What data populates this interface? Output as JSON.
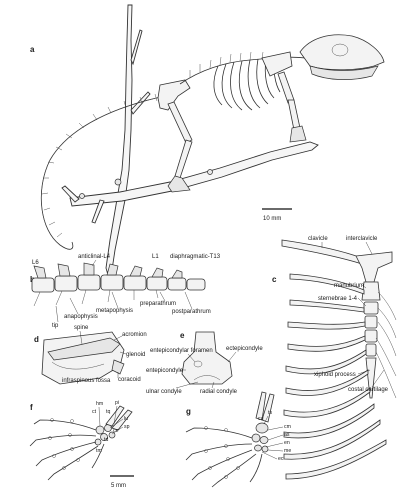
{
  "panels": {
    "a": {
      "letter": "a",
      "scale_bar": "10 mm"
    },
    "b": {
      "letter": "b",
      "labels": {
        "l6": "L6",
        "anticlinal": "anticlinal-L4",
        "l1": "L1",
        "diaphragmatic": "diaphragmatic-T13",
        "anapophysis": "anapophysis",
        "metapophysis": "metapophysis",
        "preparathrum": "preparathrum",
        "postparathrum": "postparathrum",
        "tip": "tip"
      }
    },
    "c": {
      "letter": "c",
      "labels": {
        "clavicle": "clavicle",
        "interclavicle": "interclavicle",
        "manubrium": "manubrium",
        "sternebrae": "sternebrae 1-4",
        "xiphoid": "xiphoid process",
        "costal": "costal cartilage"
      }
    },
    "d": {
      "letter": "d",
      "labels": {
        "spine": "spine",
        "acromion": "acromion",
        "glenoid": "glenoid",
        "infraspinous": "infraspinous fossa",
        "coracoid": "coracoid"
      }
    },
    "e": {
      "letter": "e",
      "labels": {
        "entepicondylar_foramen": "entepicondylar foramen",
        "ectepicondyle": "ectepicondyle",
        "entepicondyle": "entepicondyle",
        "ulnar_condyle": "ulnar condyle",
        "radial_condyle": "radial condyle"
      }
    },
    "f": {
      "letter": "f",
      "scale_bar": "5 mm",
      "labels": {
        "hm": "hm",
        "pi": "pi",
        "ct": "ct",
        "tq": "tq",
        "lu": "lu",
        "sp": "sp",
        "ce": "ce",
        "td": "td",
        "tm": "tm"
      }
    },
    "g": {
      "letter": "g",
      "labels": {
        "ts": "ts",
        "cu": "cu",
        "cm": "cm",
        "as": "as",
        "en": "en",
        "me": "me",
        "ec": "ec"
      }
    }
  }
}
